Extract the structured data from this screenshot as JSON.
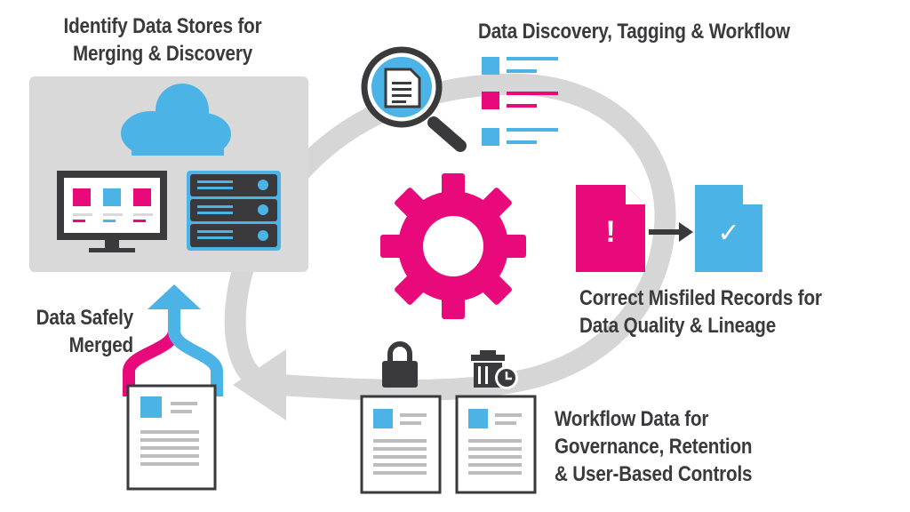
{
  "labels": {
    "identify_stores": [
      "Identify Data Stores for",
      "Merging & Discovery"
    ],
    "discovery": [
      "Data Discovery, Tagging & Workflow"
    ],
    "correct": [
      "Correct Misfiled Records for",
      "Data Quality & Lineage"
    ],
    "workflow": [
      "Workflow Data for",
      "Governance, Retention",
      "& User-Based Controls"
    ],
    "merged": [
      "Data Safely",
      "Merged"
    ]
  },
  "icons": {
    "correct_alert_glyph": "!",
    "correct_ok_glyph": "✓"
  },
  "colors": {
    "magenta": "#e8097a",
    "blue": "#4cb3e6",
    "dark": "#3a3a3c",
    "panel": "#d9d9d9",
    "arrow_gray": "#d6d6d6"
  }
}
